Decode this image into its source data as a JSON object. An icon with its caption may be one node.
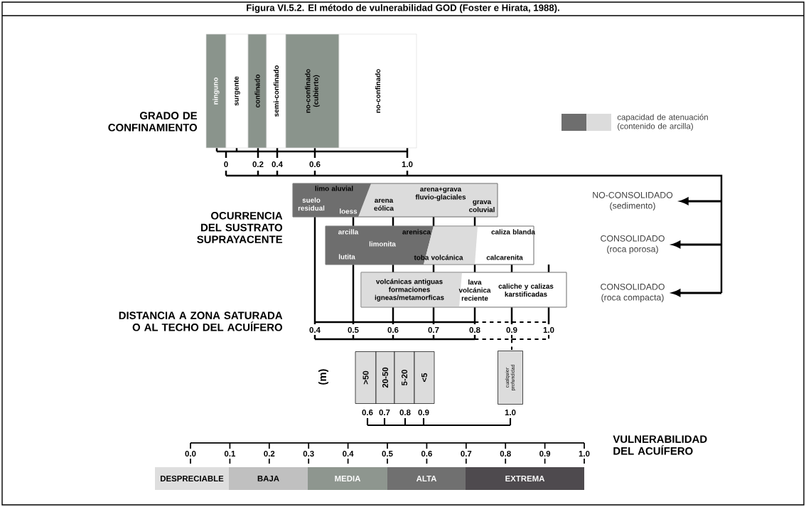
{
  "diagram": {
    "title": "Figura VI.5.2. El método de vulnerabilidad GOD (Foster e Hirata, 1988).",
    "nodes": [
      {
        "text": [
          "ninguno"
        ]
      },
      {
        "text": [
          "surgente"
        ]
      },
      {
        "text": [
          "confinado"
        ]
      },
      {
        "text": [
          "semi-confinado"
        ]
      },
      {
        "text": [
          "no-confinado (cubierto)"
        ]
      },
      {
        "text": [
          "no-confinado"
        ]
      },
      {
        "text": [
          "limo aluvial",
          "suelo residual",
          "loess",
          "arena eólica",
          "arena+grava fluvio-glaciales",
          "grava coluvial"
        ]
      },
      {
        "text": [
          "arcilla",
          "limonita",
          "lutita",
          "arenisca",
          "toba volcánica",
          "caliza blanda",
          "calcarenita"
        ]
      },
      {
        "text": [
          "volcánicas antiguas formaciones igneas/metamorficas",
          "lava volcánica reciente",
          "caliche y calizas karstificadas"
        ]
      },
      {
        "text": [
          "NO-CONSOLIDADO",
          "(sedimento)"
        ]
      },
      {
        "text": [
          "CONSOLIDADO",
          "(roca porosa)"
        ]
      },
      {
        "text": [
          "CONSOLIDADO",
          "(roca compacta)"
        ]
      },
      {
        "text": [
          ">50"
        ]
      },
      {
        "text": [
          "20-50"
        ]
      },
      {
        "text": [
          "5-20"
        ]
      },
      {
        "text": [
          "<5"
        ]
      },
      {
        "text": [
          "cualquier profundidad"
        ]
      },
      {
        "text": [
          "DESPRECIABLE"
        ]
      },
      {
        "text": [
          "BAJA"
        ]
      },
      {
        "text": [
          "MEDIA"
        ]
      },
      {
        "text": [
          "ALTA"
        ]
      },
      {
        "text": [
          "EXTREMA"
        ]
      }
    ],
    "edges": [
      {
        "from": null,
        "to": 9,
        "arrow": "to"
      },
      {
        "from": null,
        "to": 10,
        "arrow": "to"
      },
      {
        "from": null,
        "to": 11,
        "arrow": "to"
      }
    ],
    "labels": [
      "GRADO DE CONFINAMIENTO",
      "0",
      "0.2",
      "0.4",
      "0.6",
      "1.0",
      "OCURRENCIA DEL SUSTRATO SUPRAYACENTE",
      "DISTANCIA A ZONA SATURADA O AL TECHO DEL ACUÍFERO",
      "0.4",
      "0.5",
      "0.6",
      "0.7",
      "0.8",
      "0.9",
      "1.0",
      "(m)",
      "0.6",
      "0.7",
      "0.8",
      "0.9",
      "1.0",
      "0.0",
      "0.1",
      "0.2",
      "0.3",
      "0.4",
      "0.5",
      "0.6",
      "0.7",
      "0.8",
      "0.9",
      "1.0",
      "VULNERABILIDAD DEL ACUÍFERO"
    ],
    "legend": [
      {
        "text": "capacidad de atenuación (contenido de arcilla)"
      }
    ]
  }
}
